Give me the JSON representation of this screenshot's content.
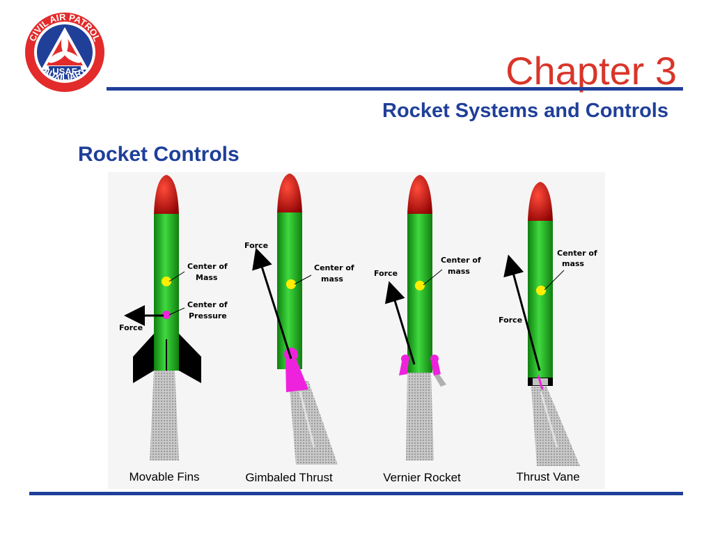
{
  "header": {
    "chapter": "Chapter 3",
    "subtitle": "Rocket Systems and Controls"
  },
  "section_title": "Rocket Controls",
  "logo": {
    "top_text": "CIVIL AIR PATROL",
    "center_text": "USAF",
    "bottom_text": "AUXILIARY"
  },
  "diagram": {
    "panels": [
      {
        "caption": "Movable  Fins",
        "labels": {
          "center_mass": [
            "Center of",
            "Mass"
          ],
          "center_pressure": [
            "Center of",
            "Pressure"
          ],
          "force": "Force"
        }
      },
      {
        "caption": "Gimbaled  Thrust",
        "labels": {
          "center_mass": [
            "Center of",
            "mass"
          ],
          "force": "Force"
        }
      },
      {
        "caption": "Vernier  Rocket",
        "labels": {
          "center_mass": [
            "Center of",
            "mass"
          ],
          "force": "Force"
        }
      },
      {
        "caption": "Thrust  Vane",
        "labels": {
          "center_mass": [
            "Center of",
            "mass"
          ],
          "force": "Force"
        }
      }
    ]
  },
  "colors": {
    "heading_blue": "#1f3f99",
    "chapter_red": "#d9352a",
    "rocket_body": "#22bb22",
    "rocket_nose": "#cc1010",
    "center_mass": "#ffee00",
    "thruster": "#ee22dd"
  }
}
